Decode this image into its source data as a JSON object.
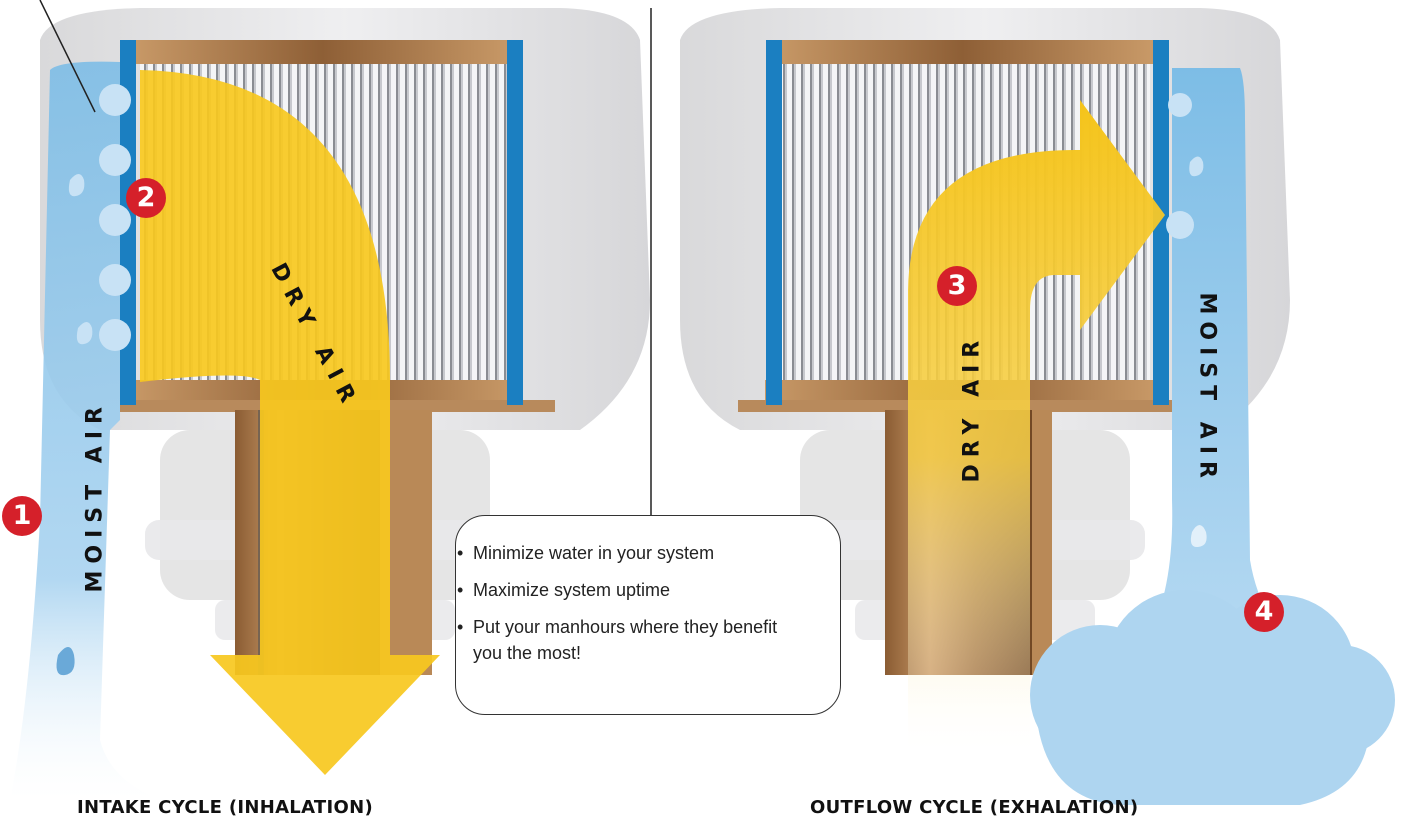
{
  "labels": {
    "left_moist_air": "MOIST AIR",
    "left_dry_air": "DRY AIR",
    "right_dry_air": "DRY AIR",
    "right_moist_air": "MOIST AIR"
  },
  "badges": [
    "1",
    "2",
    "3",
    "4"
  ],
  "benefits": [
    "Minimize water in your system",
    "Maximize system uptime",
    "Put your manhours where they benefit you the most!"
  ],
  "captions": {
    "intake": "INTAKE CYCLE (INHALATION)",
    "outflow": "OUTFLOW CYCLE (EXHALATION)"
  },
  "colors": {
    "moist_air": "#8cc4ea",
    "dry_air": "#f7c81e",
    "badge": "#d5202a",
    "filter_frame": "#1b7fc1",
    "wood_cap": "#a8774a"
  },
  "icons": [
    "water-droplet-icon",
    "arrow-icon",
    "cloud-icon"
  ]
}
